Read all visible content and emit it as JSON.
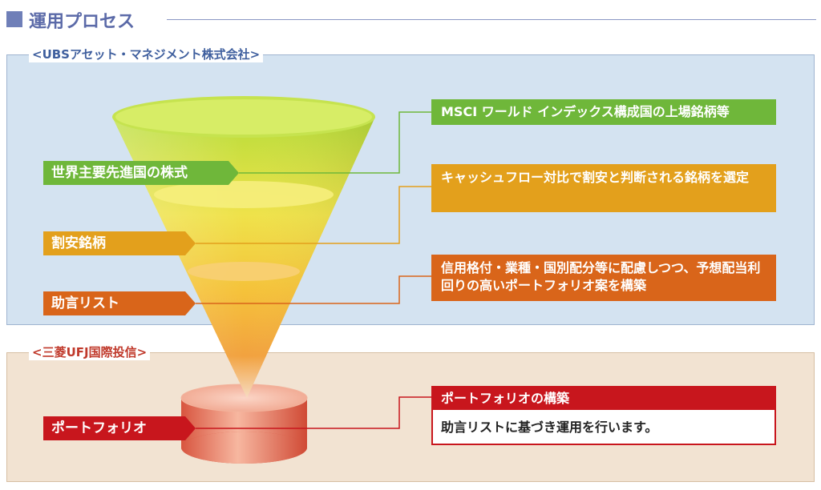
{
  "title": "運用プロセス",
  "sections": {
    "ubs_label": "<UBSアセット・マネジメント株式会社>",
    "mufg_label": "<三菱UFJ国際投信>"
  },
  "stages": [
    {
      "label": "世界主要先進国の株式",
      "description": "MSCI ワールド インデックス構成国の上場銘柄等",
      "color": "#6fb73a"
    },
    {
      "label": "割安銘柄",
      "description": "キャッシュフロー対比で割安と判断される銘柄を選定",
      "color": "#e3a01c"
    },
    {
      "label": "助言リスト",
      "description": "信用格付・業種・国別配分等に配慮しつつ、予想配当利回りの高いポートフォリオ案を構築",
      "color": "#d9651a"
    }
  ],
  "portfolio": {
    "label": "ポートフォリオ",
    "box_title": "ポートフォリオの構築",
    "box_text": "助言リストに基づき運用を行います。",
    "color": "#c8161d"
  }
}
